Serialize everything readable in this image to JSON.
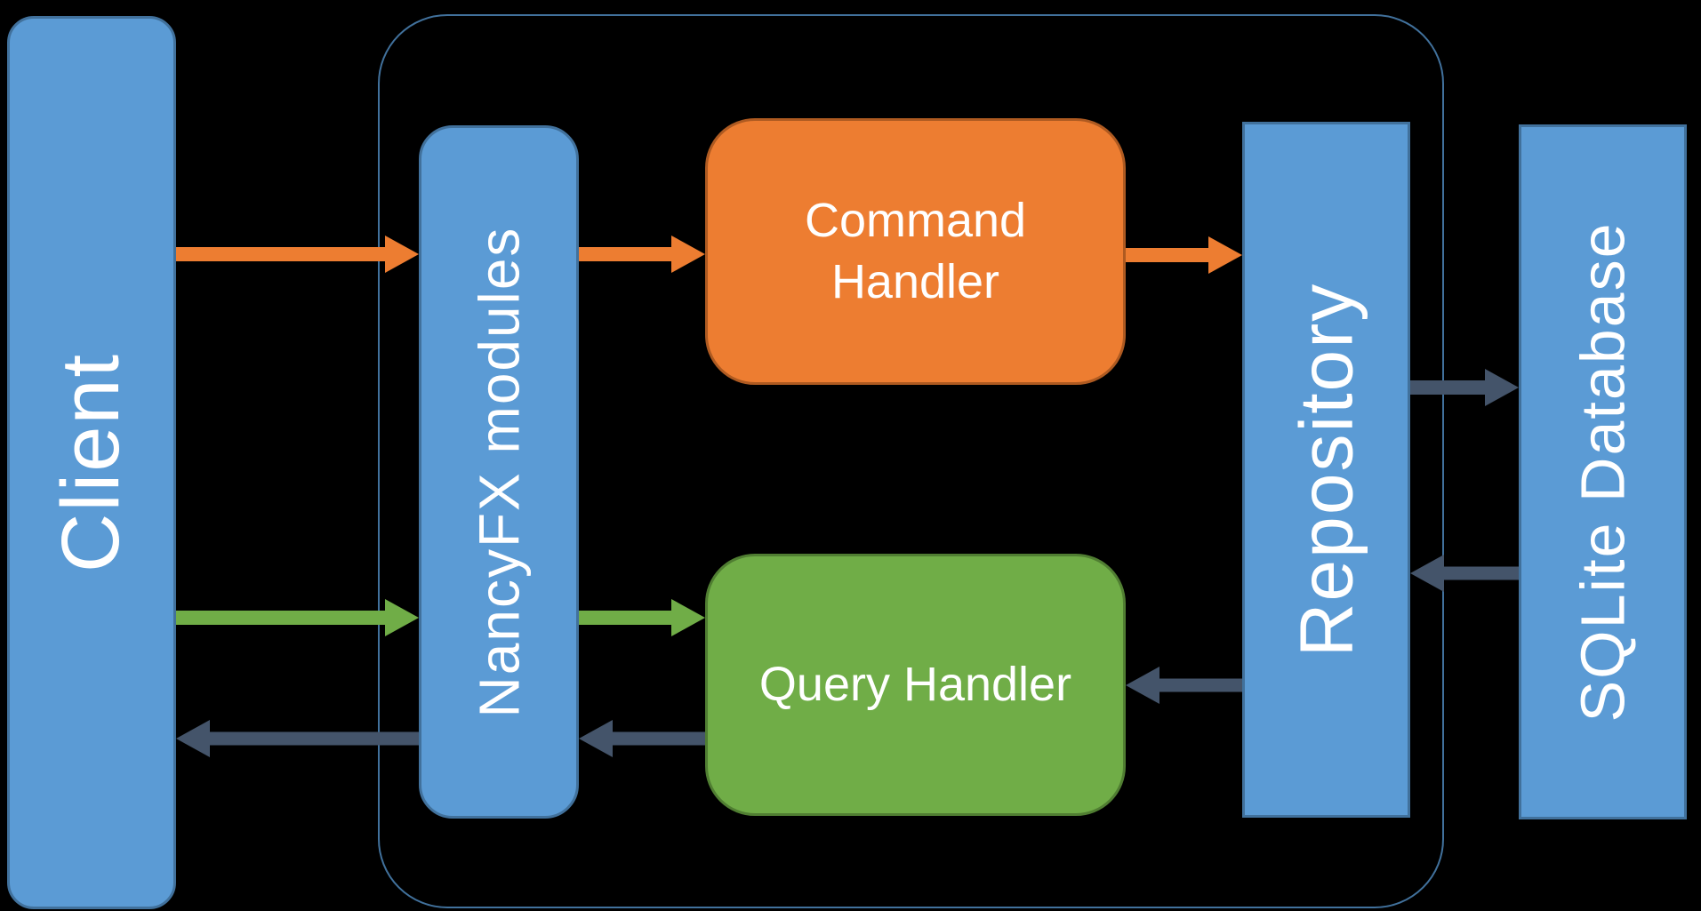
{
  "background_color": "#000000",
  "colors": {
    "node_blue": "#5B9BD5",
    "node_blue_border": "#41719C",
    "node_orange": "#ED7D31",
    "node_orange_border": "#AE5A21",
    "node_green": "#70AD47",
    "node_green_border": "#507E32",
    "arrow_dark": "#44546A",
    "boundary_border": "#41719C",
    "label_text": "#FFFFFF"
  },
  "nodes": {
    "client": {
      "label": "Client"
    },
    "nancyfx_modules": {
      "label": "NancyFX modules"
    },
    "command_handler": {
      "label": "Command Handler"
    },
    "query_handler": {
      "label": "Query Handler"
    },
    "repository": {
      "label": "Repository"
    },
    "sqlite_database": {
      "label": "SQLite Database"
    }
  },
  "arrows": [
    {
      "from": "client",
      "to": "nancyfx_modules",
      "color": "#ED7D31"
    },
    {
      "from": "nancyfx_modules",
      "to": "command_handler",
      "color": "#ED7D31"
    },
    {
      "from": "command_handler",
      "to": "repository",
      "color": "#ED7D31"
    },
    {
      "from": "client",
      "to": "nancyfx_modules",
      "color": "#70AD47"
    },
    {
      "from": "nancyfx_modules",
      "to": "query_handler",
      "color": "#70AD47"
    },
    {
      "from": "repository",
      "to": "query_handler",
      "color": "#44546A"
    },
    {
      "from": "query_handler",
      "to": "nancyfx_modules",
      "color": "#44546A"
    },
    {
      "from": "nancyfx_modules",
      "to": "client",
      "color": "#44546A"
    },
    {
      "from": "repository",
      "to": "sqlite_database",
      "color": "#44546A"
    },
    {
      "from": "sqlite_database",
      "to": "repository",
      "color": "#44546A"
    }
  ]
}
